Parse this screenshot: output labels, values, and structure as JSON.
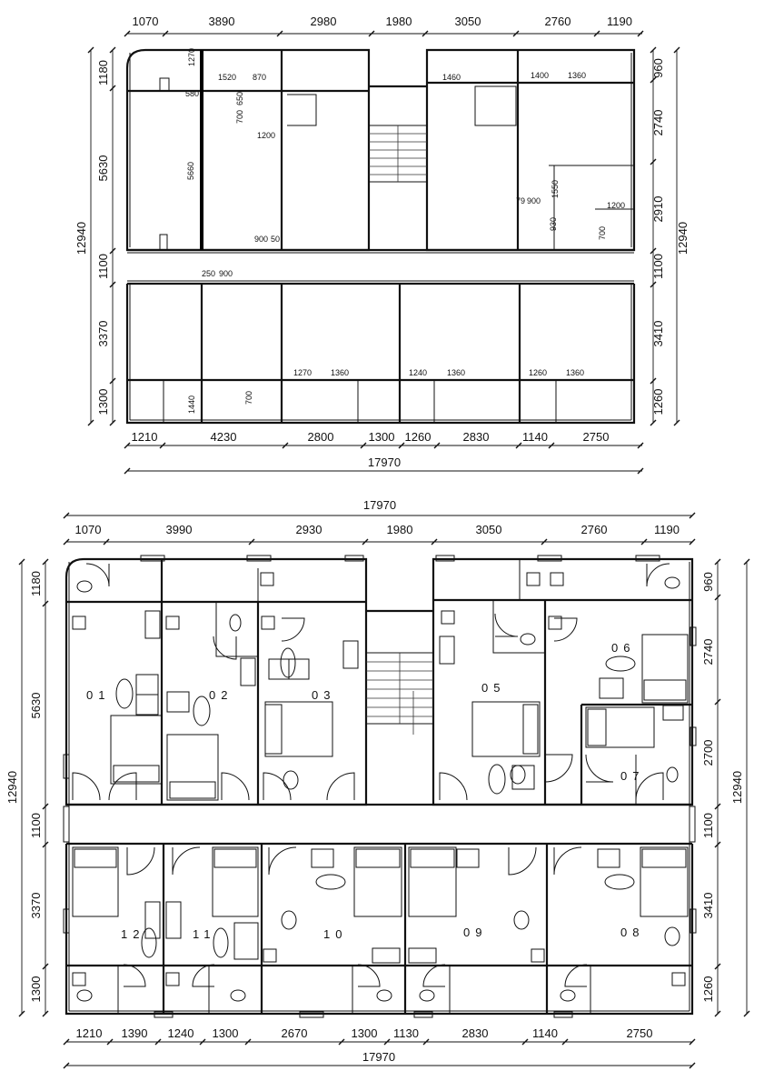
{
  "plan_top": {
    "dims_top": [
      "1070",
      "3890",
      "2980",
      "1980",
      "3050",
      "2760",
      "1190"
    ],
    "dims_left": [
      "1180",
      "5630",
      "1100",
      "3370",
      "1300"
    ],
    "total_left": "12940",
    "dims_right": [
      "960",
      "2740",
      "2910",
      "1100",
      "3410",
      "1260"
    ],
    "total_right": "12940",
    "dims_bottom": [
      "1210",
      "4230",
      "2800",
      "1300",
      "1260",
      "2830",
      "1140",
      "2750"
    ],
    "total_bottom": "17970",
    "interior_dims": [
      "1270",
      "1520",
      "870",
      "580",
      "650",
      "700",
      "1200",
      "5660",
      "900",
      "50",
      "1460",
      "1400",
      "1360",
      "79",
      "900",
      "1550",
      "1200",
      "930",
      "700",
      "250",
      "900",
      "1270",
      "1360",
      "1240",
      "1360",
      "1260",
      "1360",
      "1440",
      "700"
    ]
  },
  "plan_bottom": {
    "total_top": "17970",
    "dims_top": [
      "1070",
      "3990",
      "2930",
      "1980",
      "3050",
      "2760",
      "1190"
    ],
    "dims_left": [
      "1180",
      "5630",
      "1100",
      "3370",
      "1300"
    ],
    "total_left": "12940",
    "dims_right": [
      "960",
      "2740",
      "2700",
      "1100",
      "3410",
      "1260"
    ],
    "total_right": "12940",
    "dims_bottom": [
      "1210",
      "1390",
      "1240",
      "1300",
      "2670",
      "1300",
      "1130",
      "2830",
      "1140",
      "2750"
    ],
    "total_bottom": "17970",
    "rooms": [
      "01",
      "02",
      "03",
      "05",
      "06",
      "07",
      "08",
      "09",
      "10",
      "11",
      "12"
    ]
  }
}
